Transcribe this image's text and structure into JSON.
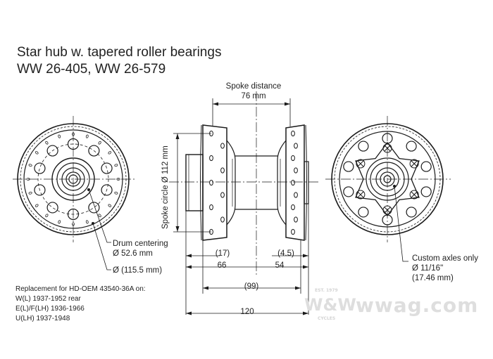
{
  "title": {
    "line1": "Star hub w. tapered roller bearings",
    "line2": "WW 26-405, WW 26-579"
  },
  "dimensions": {
    "spoke_distance_label": "Spoke distance",
    "spoke_distance_value": "76 mm",
    "spoke_circle": "Spoke circle Ø 112 mm",
    "drum_centering_label": "Drum centering",
    "drum_centering_value": "Ø 52.6 mm",
    "outer_diameter": "Ø (115.5 mm)",
    "left_offset": "(17)",
    "right_offset": "(4.5)",
    "left_width": "66",
    "right_width": "54",
    "inner_length": "(99)",
    "total_length": "120"
  },
  "axle_note": {
    "line1": "Custom axles only",
    "line2": "Ø 11/16\"",
    "line3": "(17.46 mm)"
  },
  "replacement_note": {
    "line1": "Replacement for HD-OEM 43540-36A on:",
    "line2": "W(L) 1937-1952 rear",
    "line3": "E(L)/F(LH) 1936-1966",
    "line4": "U(LH) 1937-1948"
  },
  "watermark": {
    "logo": "W&W",
    "site": "wwag.com",
    "est": "EST. 1979",
    "cycles": "CYCLES"
  }
}
